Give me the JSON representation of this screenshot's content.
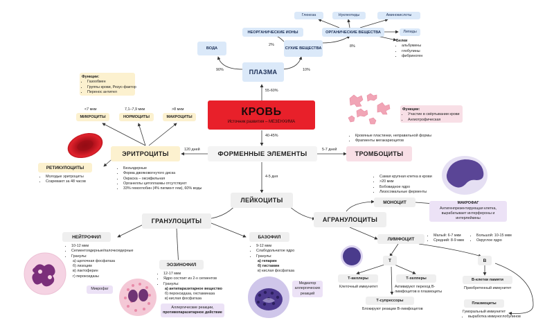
{
  "plasma": {
    "title": "ПЛАЗМА",
    "water": "ВОДА",
    "dry": "СУХИЕ ВЕЩЕСТВА",
    "inorganic": "НЕОРГАНИЧЕСКИЕ ИОНЫ",
    "organic": "ОРГАНИЧЕСКИЕ ВЕЩЕСТВА",
    "glucose": "Глюкоза",
    "nucleotides": "Нуклеотиды",
    "amino": "Аминокислоты",
    "lipids": "Липиды",
    "proteins_title": "Белки",
    "proteins": [
      "альбумины",
      "глобулины",
      "фибриноген"
    ],
    "pct_water": "90%",
    "pct_dry": "10%",
    "pct_inorganic": "2%",
    "pct_organic": "8%",
    "pct_plasma": "55-60%"
  },
  "blood": {
    "title": "КРОВЬ",
    "subtitle": "Источник развития – МЕЗЕНХИМА"
  },
  "formed": {
    "title": "ФОРМЕННЫЕ ЭЛЕМЕНТЫ",
    "pct": "40-45%",
    "ery_days": "120 дней",
    "thr_days": "5-7 дней",
    "leu_days": "4-5 дня"
  },
  "erythrocytes": {
    "title": "ЭРИТРОЦИТЫ",
    "functions_title": "Функции:",
    "functions": [
      "Газообмен",
      "Группы крови, Резус-фактор",
      "Перенос антител"
    ],
    "micro_size": "<7 мкм",
    "normo_size": "7,1–7,9 мкм",
    "macro_size": ">8 мкм",
    "micro": "МИКРОЦИТЫ",
    "normo": "НОРМОЦИТЫ",
    "macro": "МАКРОЦИТЫ",
    "features": [
      "Безъядерные",
      "Форма двояковогнутого диска",
      "Окраска – оксифильная",
      "Органеллы цитоплазмы отсутствуют",
      "33% гемоглобин (4% пигмент гем), 60% воды"
    ]
  },
  "reticulocytes": {
    "title": "РЕТИКУЛОЦИТЫ",
    "features": [
      "Молодые эритроциты",
      "Созревают за 48 часов"
    ]
  },
  "thrombocytes": {
    "title": "ТРОМБОЦИТЫ",
    "functions_title": "Функции:",
    "functions": [
      "Участие в свёртывании крови",
      "Ангиотрофическая"
    ],
    "features": [
      "Кровяные пластинки, неправильной формы",
      "Фрагменты мегакариоцитов"
    ]
  },
  "leukocytes": {
    "title": "ЛЕЙКОЦИТЫ"
  },
  "granulocytes": {
    "title": "ГРАНУЛОЦИТЫ"
  },
  "agranulocytes": {
    "title": "АГРАНУЛОЦИТЫ"
  },
  "neutrophil": {
    "title": "НЕЙТРОФИЛ",
    "features": [
      "10-12 мкм",
      "Сегментоядерные/палочкоядерные"
    ],
    "granules_title": "Гранулы:",
    "granules": [
      "а) щелочная фосфатаза",
      "б) лизоцим",
      "в) лактоферин",
      "г) пероксидазы"
    ],
    "note": "Микрофаг"
  },
  "eosinophil": {
    "title": "ЭОЗИНОФИЛ",
    "features": [
      "12-17 мкм",
      "Ядро состоит из 2-х сегментов"
    ],
    "granules_title": "Гранулы:",
    "granules": [
      "а) антипаразитарное вещество",
      "б) пероксидаза, гистаминаза",
      "в) кислая фосфатаза"
    ],
    "note1": "Аллергические реакции,",
    "note2": "противопаразитарное действие"
  },
  "basophil": {
    "title": "БАЗОФИЛ",
    "features": [
      "9-12 мкм",
      "Слабодольчатое ядро"
    ],
    "granules_title": "Гранулы:",
    "granules": [
      "а) гепарин",
      "б) гистамин",
      "в) кислая фосфатаза"
    ],
    "note": "Медиатор аллергических реакций"
  },
  "monocyte": {
    "title": "МОНОЦИТ",
    "features": [
      "Самая крупная клетка в крови",
      ">20 мкм",
      "Бобовидное ядро",
      "Лизосомальные ферменты"
    ]
  },
  "macrophage": {
    "title": "МАКРОФАГ",
    "text": "Антигенпрезентирующая клетка, вырабатывает интерфероны и интерлейкины"
  },
  "lymphocyte": {
    "title": "ЛИМФОЦИТ",
    "sizes_left": [
      "Малый: 6-7 мкм",
      "Средний: 8-9 мкм"
    ],
    "sizes_right": [
      "Большой: 10-15 мкм",
      "Округлое ядро"
    ],
    "t": "Т",
    "b": "В"
  },
  "t_killers": {
    "title": "Т-киллеры",
    "text": "Клеточный иммунитет"
  },
  "t_helpers": {
    "title": "Т-хелперы",
    "text": "Активируют переход В-лимфоцитов в плазмоциты"
  },
  "t_suppressors": {
    "title": "Т-супрессоры",
    "text": "Блокируют реакции В-лимфоцитов"
  },
  "b_memory": {
    "title": "В-клетки памяти",
    "text": "Приобретенный иммунитет"
  },
  "plasmocytes": {
    "title": "Плазмоциты",
    "text": "Гуморальный иммунитет",
    "bullet": "выработка иммуноглобулинов"
  },
  "colors": {
    "blood_red": "#e8202a",
    "box_blue": "#dbe9f9",
    "box_pink": "#f8dfe6",
    "box_yellow": "#fcf1cf",
    "box_lavender": "#ece2f6",
    "arrow": "#333333"
  }
}
